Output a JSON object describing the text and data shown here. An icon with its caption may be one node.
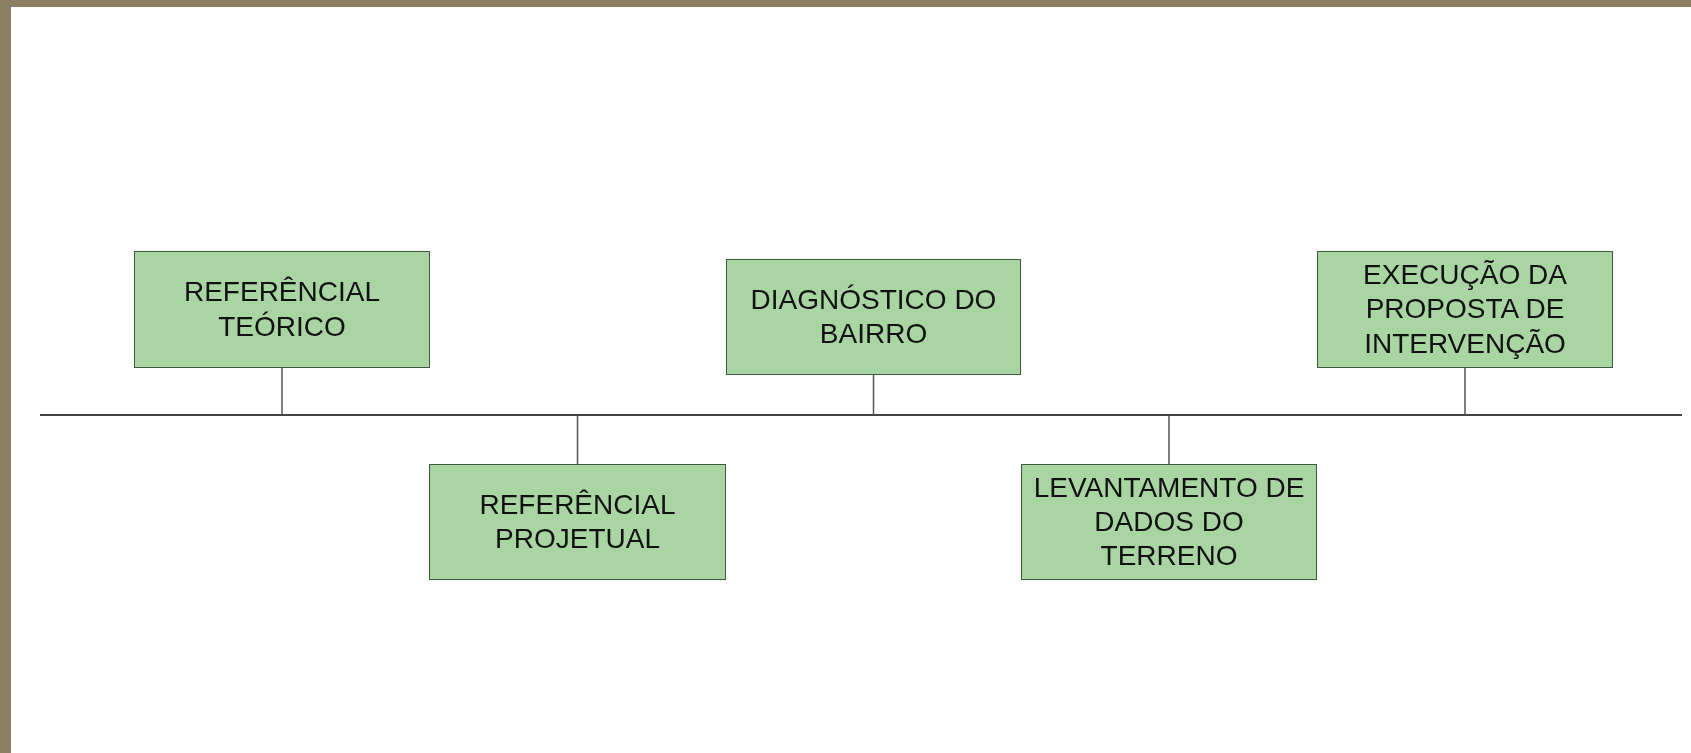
{
  "diagram": {
    "nodes": [
      {
        "text": [
          "REFERÊNCIAL TEÓRICO"
        ]
      },
      {
        "text": [
          "REFERÊNCIAL PROJETUAL"
        ]
      },
      {
        "text": [
          "DIAGNÓSTICO DO BAIRRO"
        ]
      },
      {
        "text": [
          "LEVANTAMENTO DE DADOS DO TERRENO"
        ]
      },
      {
        "text": [
          "EXECUÇÃO DA PROPOSTA DE INTERVENÇÃO"
        ]
      },
      {
        "text": [],
        "shape": "line"
      }
    ],
    "edges": [
      {
        "from": 0,
        "to": 5,
        "arrow": "none"
      },
      {
        "from": 1,
        "to": 5,
        "arrow": "none"
      },
      {
        "from": 2,
        "to": 5,
        "arrow": "none"
      },
      {
        "from": 3,
        "to": 5,
        "arrow": "none"
      },
      {
        "from": 4,
        "to": 5,
        "arrow": "none"
      }
    ]
  }
}
